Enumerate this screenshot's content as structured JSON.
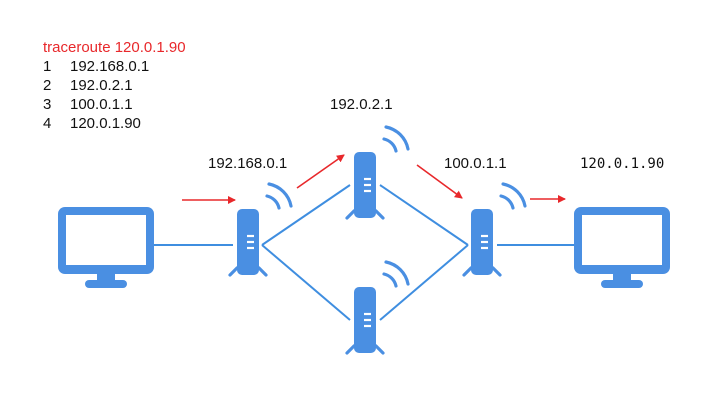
{
  "traceroute": {
    "command": "traceroute 120.0.1.90",
    "hops": [
      {
        "n": "1",
        "ip": "192.168.0.1"
      },
      {
        "n": "2",
        "ip": "192.0.2.1"
      },
      {
        "n": "3",
        "ip": "100.0.1.1"
      },
      {
        "n": "4",
        "ip": "120.0.1.90"
      }
    ]
  },
  "labels": {
    "router1": "192.168.0.1",
    "router_top": "192.0.2.1",
    "router3": "100.0.1.1",
    "destination": "120.0.1.90"
  },
  "colors": {
    "device": "#4a8fe2",
    "link": "#3f8ee0",
    "hop_arrow": "#e8282b",
    "command_text": "#e8282b"
  },
  "icons": {
    "source": "computer-monitor-icon",
    "destination": "computer-monitor-icon",
    "router": "wireless-router-icon"
  }
}
